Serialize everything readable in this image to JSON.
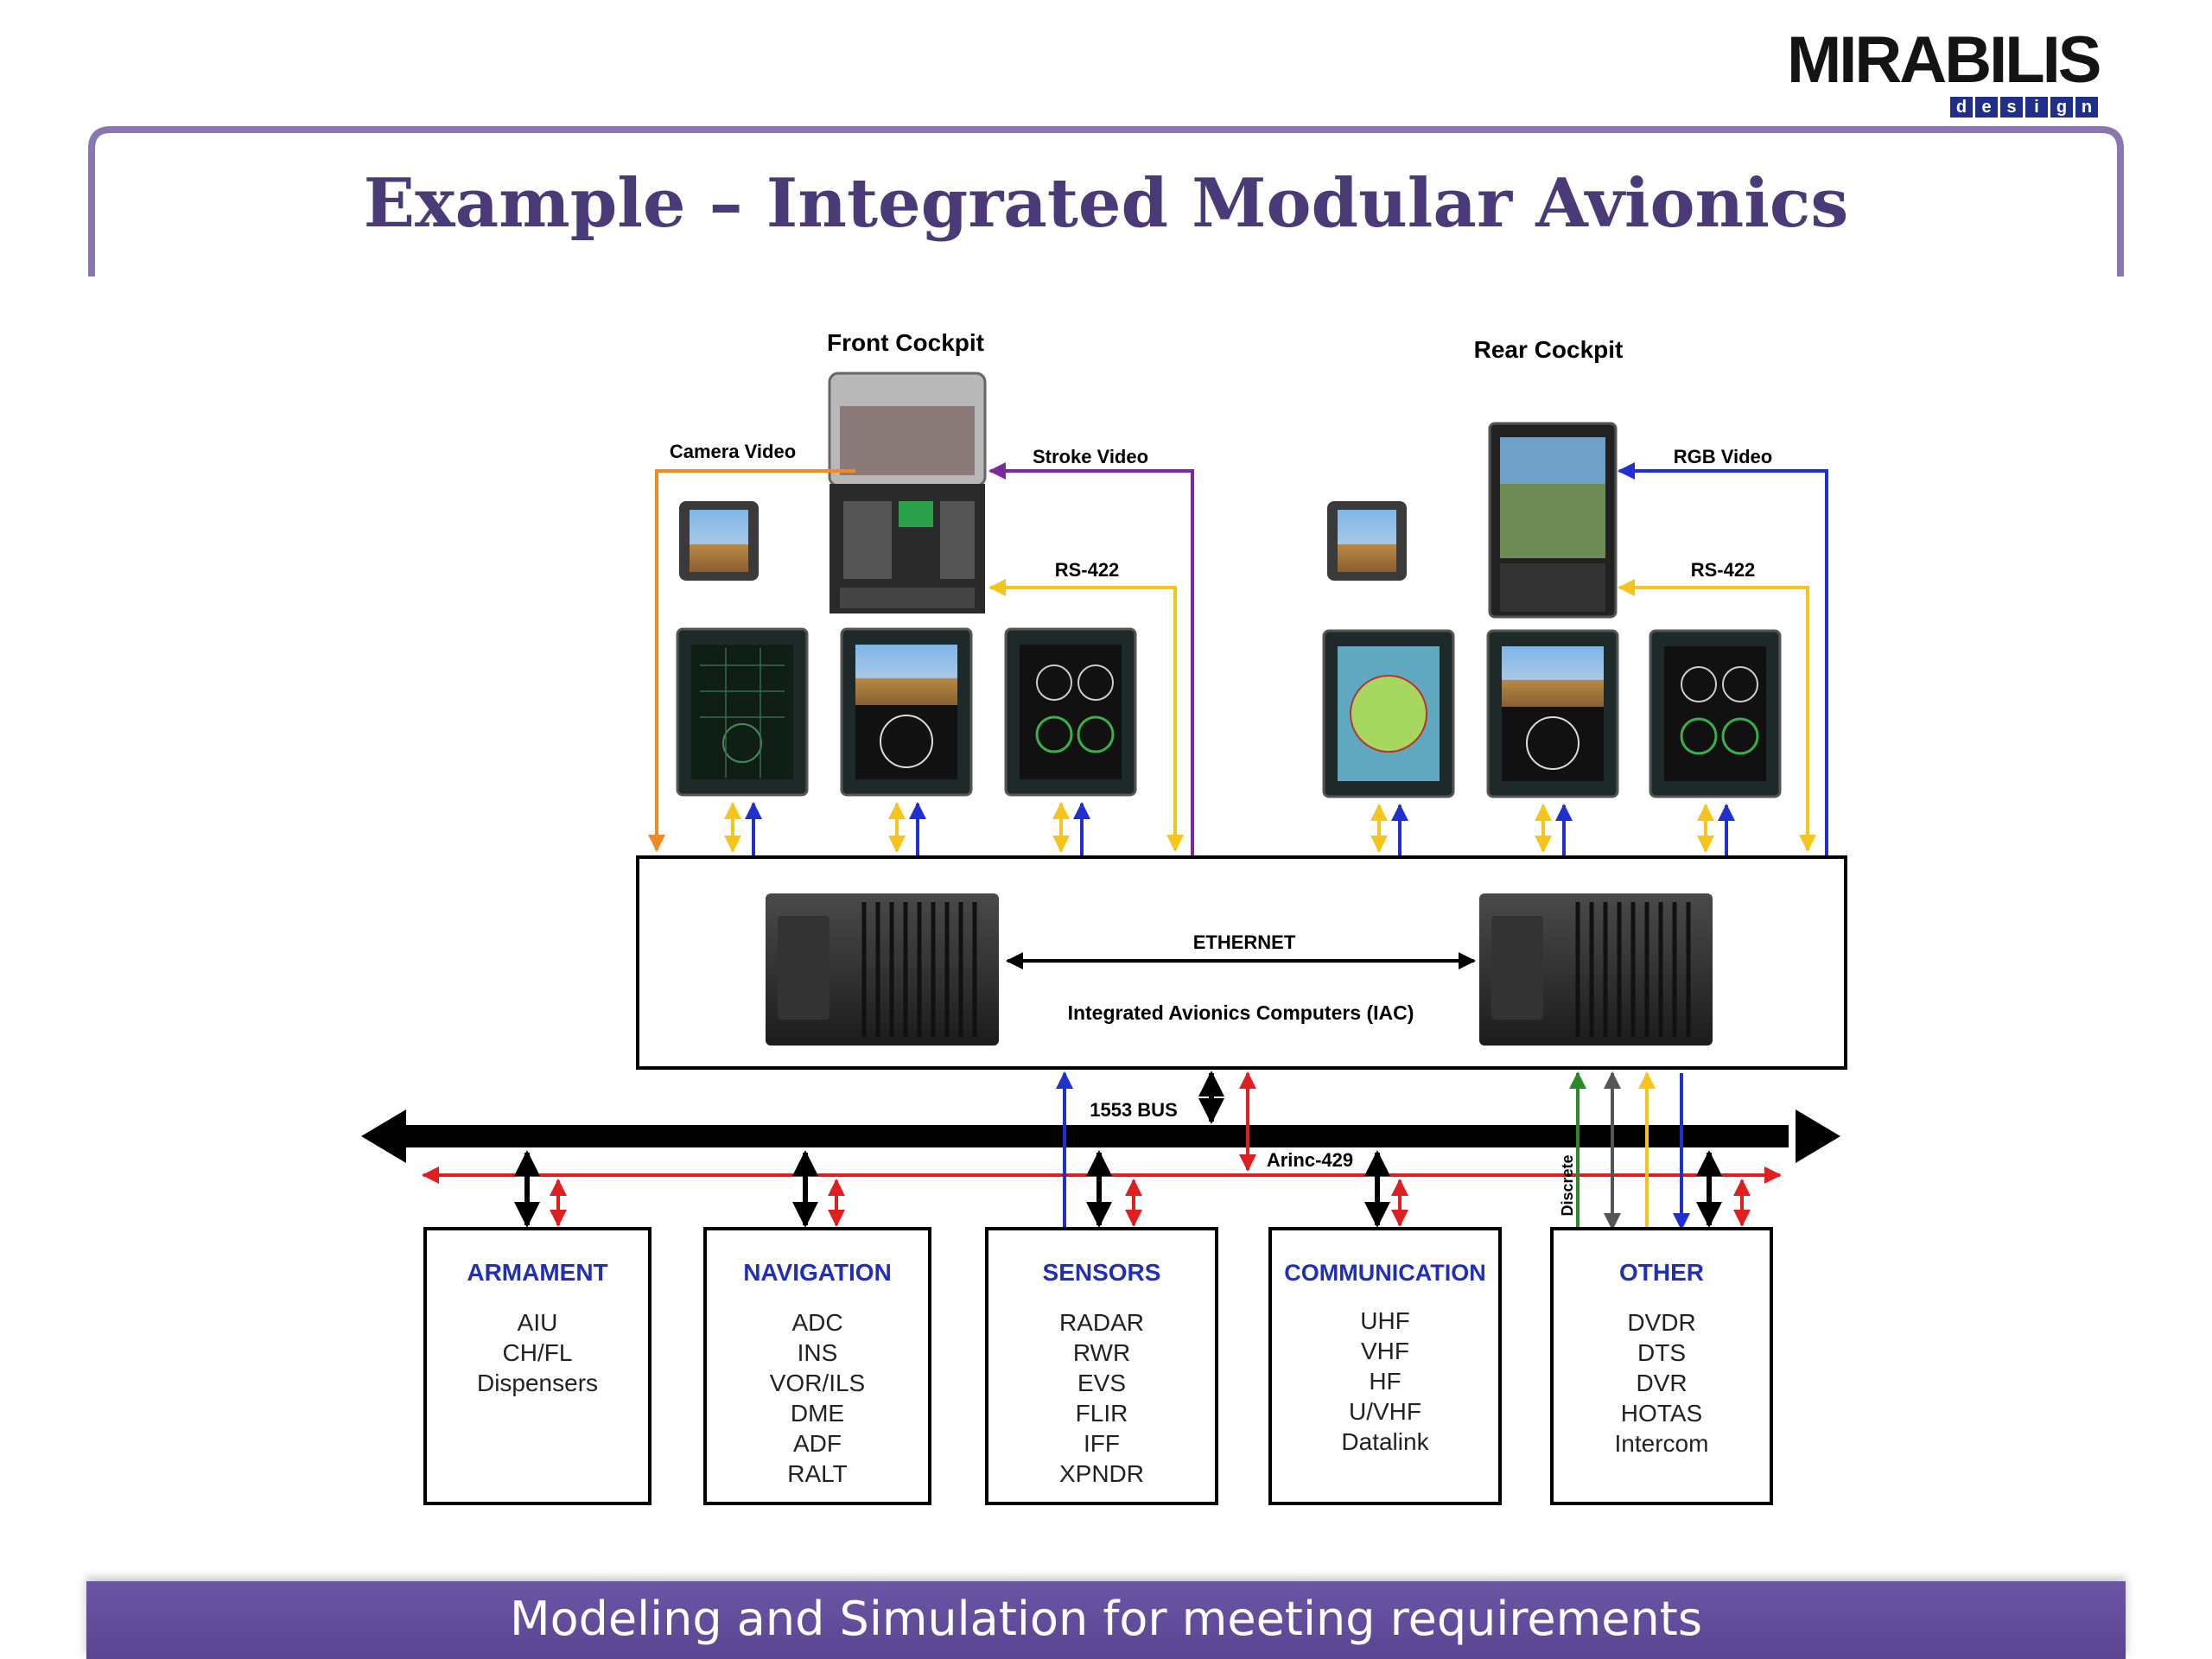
{
  "slide": {
    "title": "Example – Integrated Modular Avionics",
    "footer": "Modeling and Simulation for meeting requirements"
  },
  "logo": {
    "word": "MIRABILIS",
    "sub": [
      "d",
      "e",
      "s",
      "i",
      "g",
      "n"
    ]
  },
  "colors": {
    "title": "#4a3b78",
    "frame": "#8a76b3",
    "footer": "#5f4a97",
    "category_text": "#1f2fb8",
    "arrow_orange": "#f08a24",
    "arrow_purple": "#7a2a9c",
    "arrow_yellow": "#f5c41d",
    "arrow_blue": "#1f2fd0",
    "arrow_red": "#e02020",
    "arrow_green": "#2a8a2a",
    "arrow_black": "#000000",
    "arrow_gray": "#555555"
  },
  "diagram": {
    "front_cockpit": "Front Cockpit",
    "rear_cockpit": "Rear Cockpit",
    "camera_video": "Camera Video",
    "stroke_video": "Stroke Video",
    "rgb_video": "RGB Video",
    "rs422_front": "RS-422",
    "rs422_rear": "RS-422",
    "ethernet": "ETHERNET",
    "iac": "Integrated Avionics Computers (IAC)",
    "bus_1553": "1553 BUS",
    "arinc": "Arinc-429",
    "discrete": "Discrete"
  },
  "categories": [
    {
      "title": "ARMAMENT",
      "items": [
        "AIU",
        "CH/FL",
        "Dispensers"
      ]
    },
    {
      "title": "NAVIGATION",
      "items": [
        "ADC",
        "INS",
        "VOR/ILS",
        "DME",
        "ADF",
        "RALT"
      ]
    },
    {
      "title": "SENSORS",
      "items": [
        "RADAR",
        "RWR",
        "EVS",
        "FLIR",
        "IFF",
        "XPNDR"
      ]
    },
    {
      "title": "COMMUNICATION",
      "items": [
        "UHF",
        "VHF",
        "HF",
        "U/VHF",
        "Datalink"
      ]
    },
    {
      "title": "OTHER",
      "items": [
        "DVDR",
        "DTS",
        "DVR",
        "HOTAS",
        "Intercom"
      ]
    }
  ]
}
